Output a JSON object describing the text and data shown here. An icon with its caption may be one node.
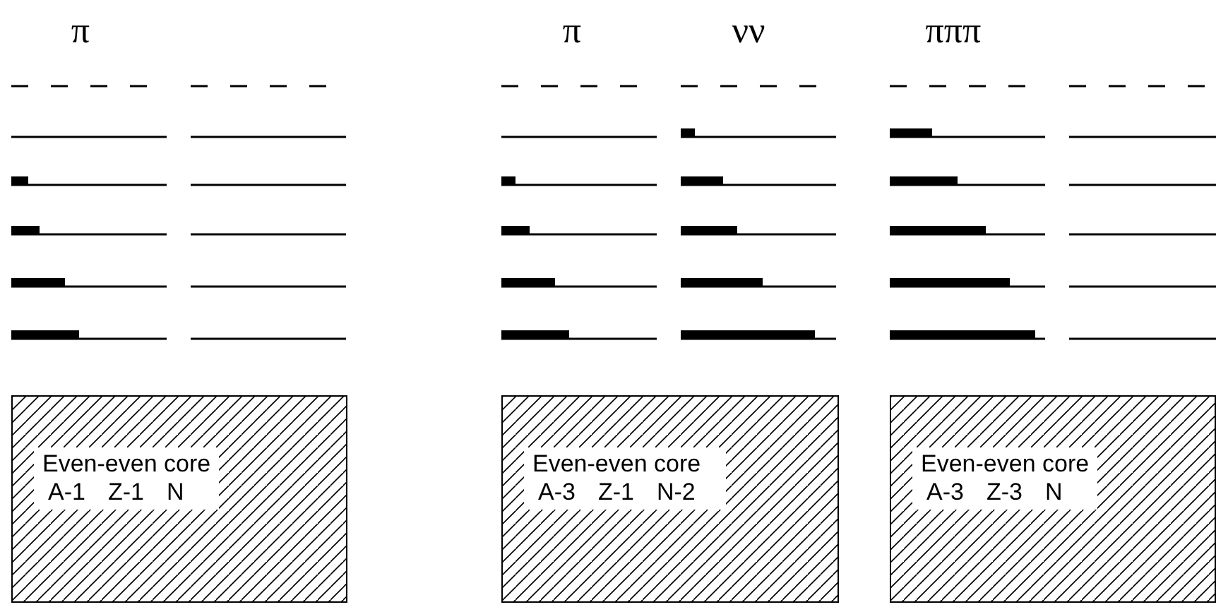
{
  "diagram": {
    "nodes": [
      {
        "text": [
          "Even-even core",
          "A-1",
          "Z-1",
          "N"
        ]
      },
      {
        "text": [
          "Even-even core",
          "A-3",
          "Z-1",
          "N-2"
        ]
      },
      {
        "text": [
          "Even-even core",
          "A-3",
          "Z-3",
          "N"
        ]
      }
    ],
    "labels": [
      "π",
      "π",
      "νν",
      "πππ"
    ]
  }
}
